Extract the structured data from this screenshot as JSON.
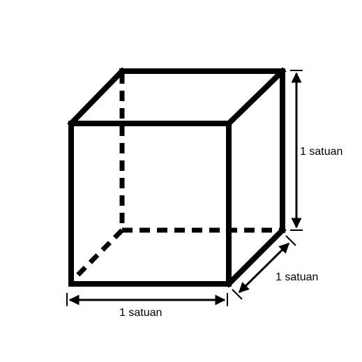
{
  "diagram": {
    "labels": {
      "height": "1 satuan",
      "depth": "1 satuan",
      "width": "1 satuan"
    },
    "colors": {
      "line": "#000000",
      "background": "#ffffff"
    }
  }
}
